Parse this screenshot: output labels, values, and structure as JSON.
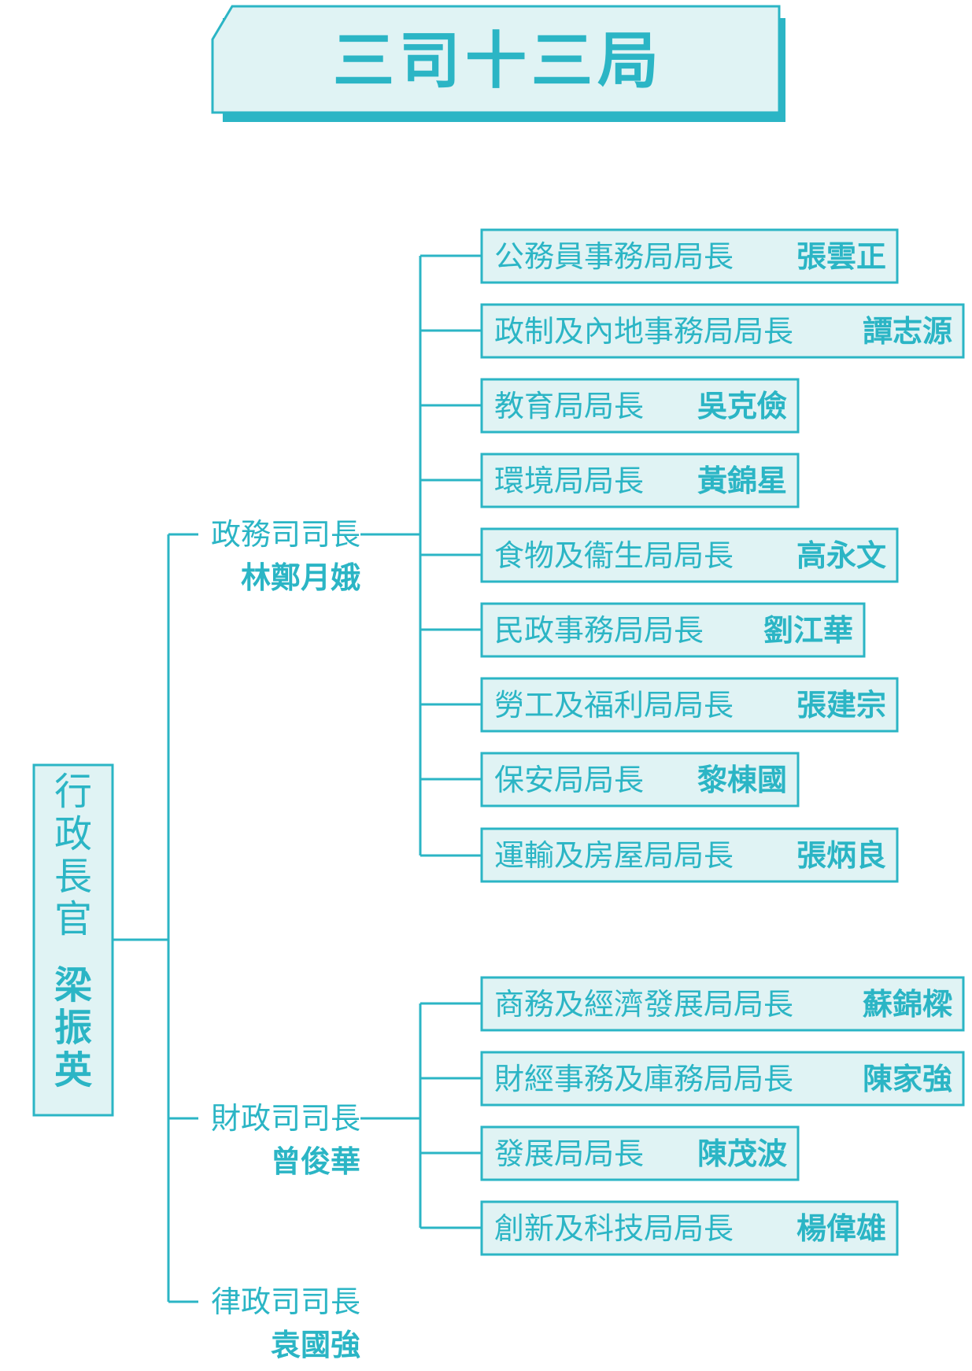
{
  "title": "三司十三局",
  "chief": {
    "role_chars": [
      "行",
      "政",
      "長",
      "官"
    ],
    "name_chars": [
      "梁",
      "振",
      "英"
    ]
  },
  "secretaries": [
    {
      "role": "政務司司長",
      "name": "林鄭月娥",
      "bureaus": [
        {
          "role": "公務員事務局局長",
          "name": "張雲正"
        },
        {
          "role": "政制及內地事務局局長",
          "name": "譚志源"
        },
        {
          "role": "教育局局長",
          "name": "吳克儉"
        },
        {
          "role": "環境局局長",
          "name": "黃錦星"
        },
        {
          "role": "食物及衞生局局長",
          "name": "高永文"
        },
        {
          "role": "民政事務局局長",
          "name": "劉江華"
        },
        {
          "role": "勞工及福利局局長",
          "name": "張建宗"
        },
        {
          "role": "保安局局長",
          "name": "黎棟國"
        },
        {
          "role": "運輸及房屋局局長",
          "name": "張炳良"
        }
      ]
    },
    {
      "role": "財政司司長",
      "name": "曾俊華",
      "bureaus": [
        {
          "role": "商務及經濟發展局局長",
          "name": "蘇錦樑"
        },
        {
          "role": "財經事務及庫務局局長",
          "name": "陳家強"
        },
        {
          "role": "發展局局長",
          "name": "陳茂波"
        },
        {
          "role": "創新及科技局局長",
          "name": "楊偉雄"
        }
      ]
    },
    {
      "role": "律政司司長",
      "name": "袁國強",
      "bureaus": []
    }
  ],
  "colors": {
    "accent": "#2bb5c5",
    "box_fill": "#e0f3f4",
    "background": "#ffffff"
  }
}
